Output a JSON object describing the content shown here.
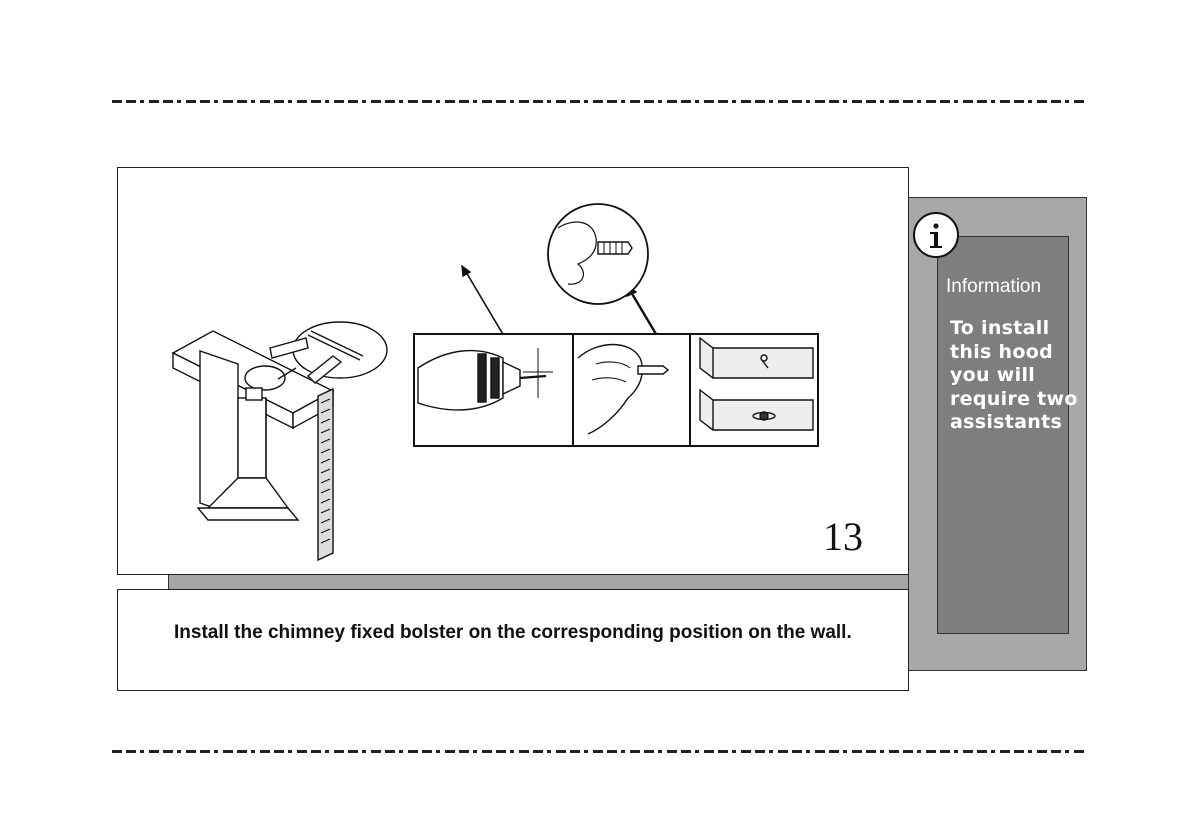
{
  "page": {
    "number": "13"
  },
  "sidebar": {
    "title": "Information",
    "message": "To install this hood you will require two assistants",
    "icon": "info-icon",
    "colors": {
      "outer": "#a8a8a8",
      "inner": "#7e7e7e",
      "text": "#ffffff"
    }
  },
  "figure": {
    "icons": [
      "range-hood-wall-illustration",
      "drill-icon",
      "wall-plug-insert-icon",
      "screw-mounted-bracket-icon",
      "magnified-wall-plug-icon"
    ]
  },
  "caption": {
    "text": "Install the chimney fixed bolster on the corresponding position on the wall."
  }
}
